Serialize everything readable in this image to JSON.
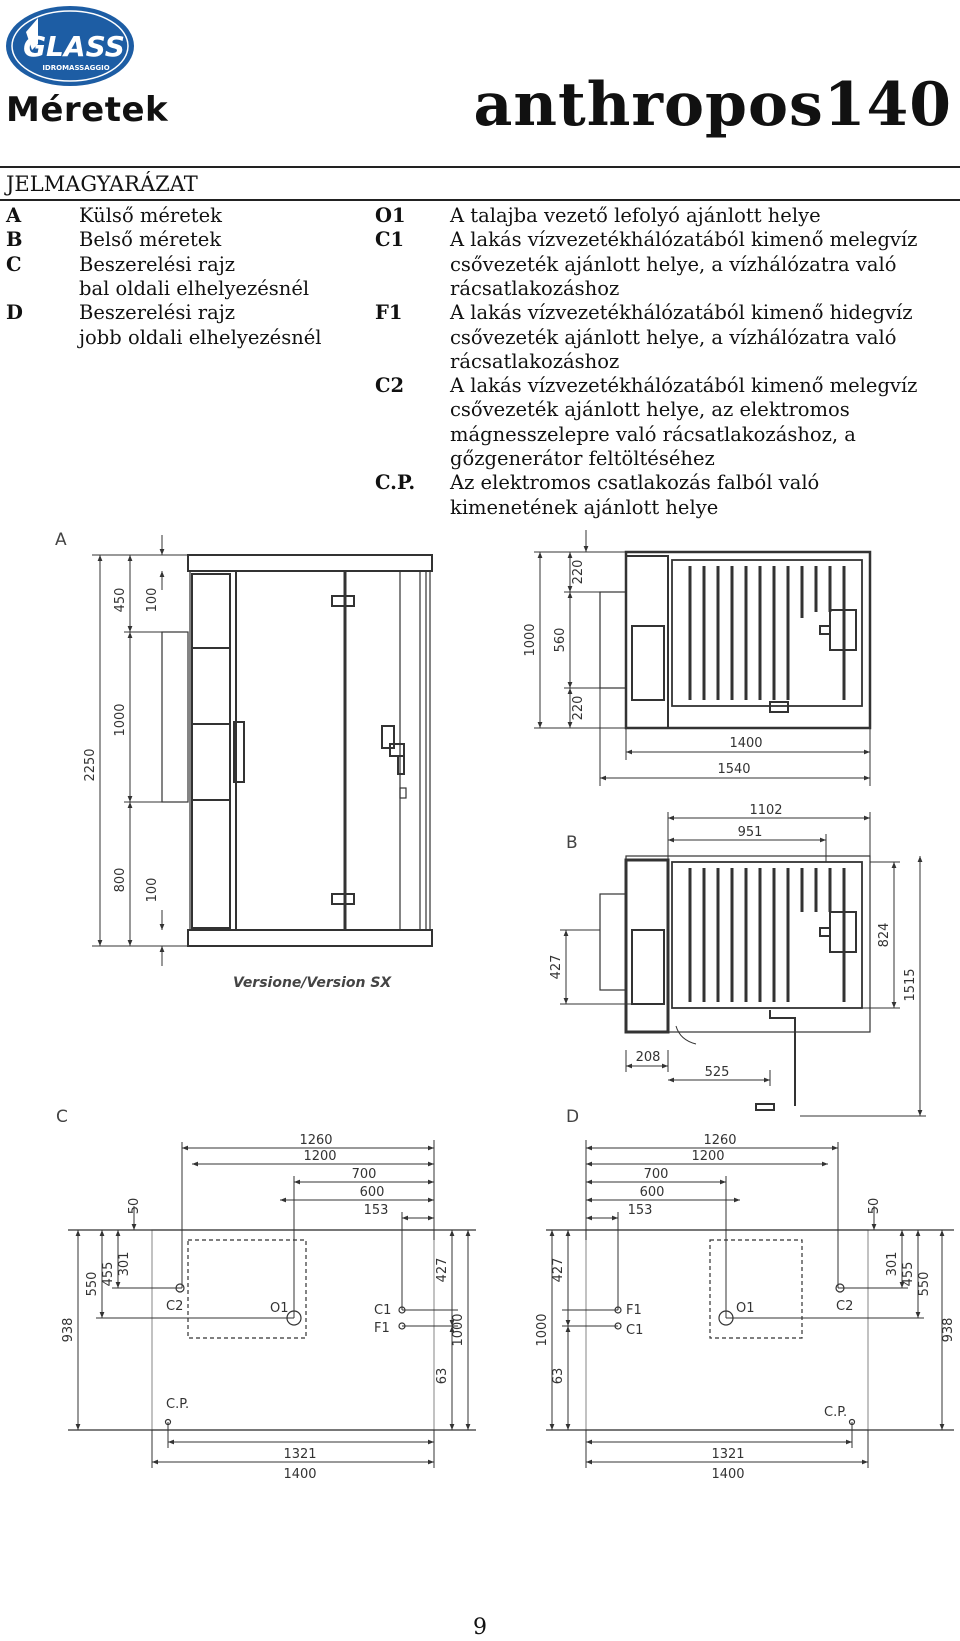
{
  "logo": {
    "brand": "GLASS",
    "subtitle": "IDROMASSAGGIO"
  },
  "header": {
    "left_title": "Méretek",
    "right_title": "anthropos140"
  },
  "legend": {
    "title": "JELMAGYARÁZAT",
    "left": [
      {
        "key": "A",
        "text": "Külső méretek"
      },
      {
        "key": "B",
        "text": "Belső méretek"
      },
      {
        "key": "C",
        "lines": [
          "Beszerelési rajz",
          "bal oldali elhelyezésnél"
        ]
      },
      {
        "key": "D",
        "lines": [
          "Beszerelési rajz",
          "jobb oldali elhelyezésnél"
        ]
      }
    ],
    "right": [
      {
        "key": "O1",
        "lines": [
          "A talajba vezető lefolyó ajánlott helye"
        ]
      },
      {
        "key": "C1",
        "lines": [
          "A lakás vízvezetékhálózatából kimenő melegvíz",
          "csővezeték ajánlott helye, a vízhálózatra való",
          "rácsatlakozáshoz"
        ]
      },
      {
        "key": "F1",
        "lines": [
          "A lakás vízvezetékhálózatából kimenő hidegvíz",
          "csővezeték ajánlott helye, a vízhálózatra való",
          "rácsatlakozáshoz"
        ]
      },
      {
        "key": "C2",
        "lines": [
          "A lakás vízvezetékhálózatából kimenő melegvíz",
          "csővezeték ajánlott helye, az elektromos",
          "mágnesszelepre való rácsatlakozáshoz, a",
          "gőzgenerátor feltöltéséhez"
        ]
      },
      {
        "key": "C.P.",
        "lines": [
          "Az elektromos csatlakozás falból való",
          "kimenetének ajánlott helye"
        ]
      }
    ]
  },
  "drawing": {
    "section_labels": {
      "a": "A",
      "b": "B",
      "c": "C",
      "d": "D"
    },
    "caption_a": "Versione/Version SX",
    "dims_a": {
      "total": "2250",
      "top": "450",
      "top_small": "100",
      "mid": "1000",
      "bottom": "800",
      "bottom_small": "100"
    },
    "dims_top": {
      "depth": "1000",
      "d1": "220",
      "d2": "560",
      "d3": "220",
      "w_inner": "1400",
      "w_outer": "1540"
    },
    "dims_b": {
      "w1": "1102",
      "w2": "951",
      "h1": "824",
      "h2": "1515",
      "d1": "427",
      "d2": "208",
      "d3": "525"
    },
    "dims_c": {
      "w1": "1260",
      "w2": "1200",
      "w3": "700",
      "w4": "600",
      "w5": "153",
      "v50": "50",
      "v301": "301",
      "v455": "455",
      "v550": "550",
      "v938": "938",
      "v427": "427",
      "v1000": "1000",
      "v63": "63",
      "b1321": "1321",
      "b1400": "1400"
    },
    "points": {
      "c2": "C2",
      "o1": "O1",
      "c1": "C1",
      "f1": "F1",
      "cp": "C.P."
    }
  },
  "page_number": "9"
}
